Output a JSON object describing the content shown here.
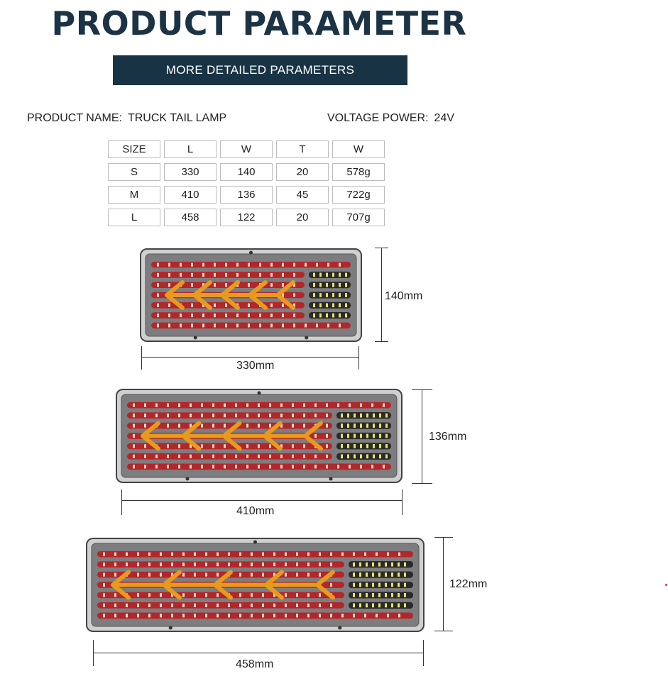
{
  "header": {
    "title": "PRODUCT PARAMETER",
    "banner": "MORE DETAILED PARAMETERS"
  },
  "product": {
    "name_label": "PRODUCT NAME:",
    "name_value": "TRUCK TAIL LAMP",
    "voltage_label": "VOLTAGE POWER:",
    "voltage_value": "24V"
  },
  "size_table": {
    "headers": [
      "SIZE",
      "L",
      "W",
      "T",
      "W"
    ],
    "rows": [
      [
        "S",
        "330",
        "140",
        "20",
        "578g"
      ],
      [
        "M",
        "410",
        "136",
        "45",
        "722g"
      ],
      [
        "L",
        "458",
        "122",
        "20",
        "707g"
      ]
    ]
  },
  "lamps": [
    {
      "name": "lamp-small",
      "width_label": "330mm",
      "height_label": "140mm"
    },
    {
      "name": "lamp-medium",
      "width_label": "410mm",
      "height_label": "136mm"
    },
    {
      "name": "lamp-large",
      "width_label": "458mm",
      "height_label": "122mm"
    }
  ],
  "colors": {
    "title": "#1b3344",
    "banner_bg": "#183444",
    "lamp_red": "#b3262a",
    "lamp_amber": "#e89a1c",
    "lamp_housing": "#7d7d80"
  }
}
